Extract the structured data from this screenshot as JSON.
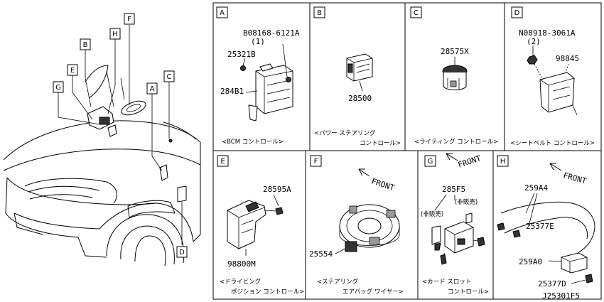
{
  "overview": {
    "labels": [
      "F",
      "B",
      "H",
      "E",
      "G",
      "A",
      "C",
      "D"
    ]
  },
  "panels": {
    "A": {
      "letter": "A",
      "caption": "<BCM コントロール>",
      "parts": {
        "bolt_code": "B08168-6121A",
        "bolt_qty": "(1)",
        "p1": "25321B",
        "p2": "284B1"
      }
    },
    "B": {
      "letter": "B",
      "caption_l1": "<パワー ステアリング",
      "caption_l2": "コントロール>",
      "parts": {
        "p1": "28500"
      }
    },
    "C": {
      "letter": "C",
      "caption": "<ライティング コントロール>",
      "parts": {
        "p1": "28575X"
      }
    },
    "D": {
      "letter": "D",
      "caption": "<シートベルト コントロール>",
      "parts": {
        "nut_code": "N08918-3061A",
        "nut_qty": "(2)",
        "p1": "98845"
      }
    },
    "E": {
      "letter": "E",
      "caption_l1": "<ドライビング",
      "caption_l2": "ポジション コントロール>",
      "parts": {
        "p1": "28595A",
        "p2": "98800M"
      }
    },
    "F": {
      "letter": "F",
      "caption_l1": "<ステアリング",
      "caption_l2": "エアバッグ ワイヤー>",
      "front": "FRONT",
      "parts": {
        "p1": "25554"
      }
    },
    "G": {
      "letter": "G",
      "caption_l1": "<カード スロット",
      "caption_l2": "コントロール>",
      "front": "FRONT",
      "parts": {
        "p1": "285F5",
        "ns1": "(非販売)",
        "ns2": "(非販売)"
      }
    },
    "H": {
      "letter": "H",
      "front": "FRONT",
      "parts": {
        "p1": "259A4",
        "p2": "25377E",
        "p3": "259A0",
        "p4": "25377D"
      }
    }
  },
  "diagram_id": "J25301F5"
}
